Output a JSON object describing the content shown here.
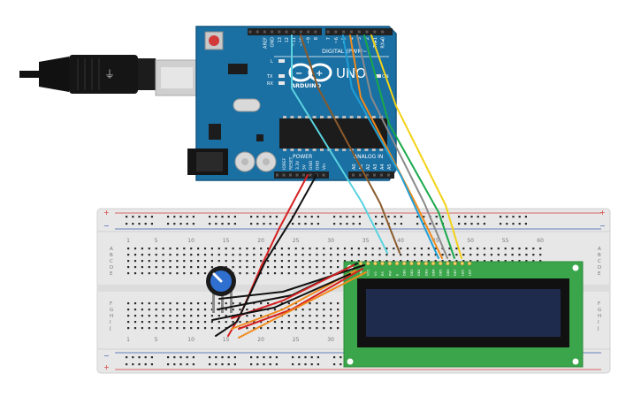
{
  "arduino": {
    "brand": "ARDUINO",
    "model": "UNO",
    "digital_label": "DIGITAL (PWM~)",
    "power_label": "POWER",
    "analog_label": "ANALOG IN",
    "header_top_labels": [
      "AREF",
      "GND",
      "13",
      "12",
      "~11",
      "~10",
      "~9",
      "8",
      "7",
      "~6",
      "~5",
      "4",
      "~3",
      "2",
      "TX▸1",
      "RX◂0"
    ],
    "power_pin_labels": [
      "IOREF",
      "RESET",
      "3.3V",
      "5V",
      "GND",
      "GND",
      "Vin"
    ],
    "analog_pin_labels": [
      "A0",
      "A1",
      "A2",
      "A3",
      "A4",
      "A5"
    ],
    "led_labels": [
      "L",
      "TX",
      "RX",
      "ON"
    ],
    "colors": {
      "board": "#1a6fa3",
      "board_dark": "#14567f",
      "header": "#222222",
      "chip": "#1c1c1c"
    }
  },
  "breadboard": {
    "column_numbers": [
      "1",
      "5",
      "10",
      "15",
      "20",
      "25",
      "30",
      "35",
      "40",
      "45",
      "50",
      "55",
      "60"
    ],
    "row_letters_top": [
      "A",
      "B",
      "C",
      "D",
      "E"
    ],
    "row_letters_bottom": [
      "F",
      "G",
      "H",
      "I",
      "J"
    ],
    "rail_plus": "+",
    "rail_minus": "−",
    "colors": {
      "body": "#e7e7e7",
      "hole": "#2a2a2a",
      "rail_red": "#d33b3b",
      "rail_blue": "#3a5fb0"
    }
  },
  "lcd": {
    "pin_labels": [
      "GND",
      "VCC",
      "V0",
      "RS",
      "RW",
      "E",
      "DB0",
      "DB1",
      "DB2",
      "DB3",
      "DB4",
      "DB5",
      "DB6",
      "DB7",
      "LED",
      "LED"
    ],
    "colors": {
      "pcb": "#3aa54a",
      "screen": "#1f2b4d",
      "bezel": "#111111"
    }
  },
  "potentiometer": {
    "colors": {
      "knob": "#2f6fd0",
      "base": "#1b1b1b"
    }
  },
  "usb": {
    "colors": {
      "cable": "#111111",
      "plug": "#cfcfcf"
    }
  },
  "wires": {
    "colors": [
      "#d62020",
      "#111111",
      "#8a5a2b",
      "#5ad3e0",
      "#f08a1c",
      "#8a8a8a",
      "#1aa84a",
      "#f2d218",
      "#1f9fd6"
    ]
  }
}
